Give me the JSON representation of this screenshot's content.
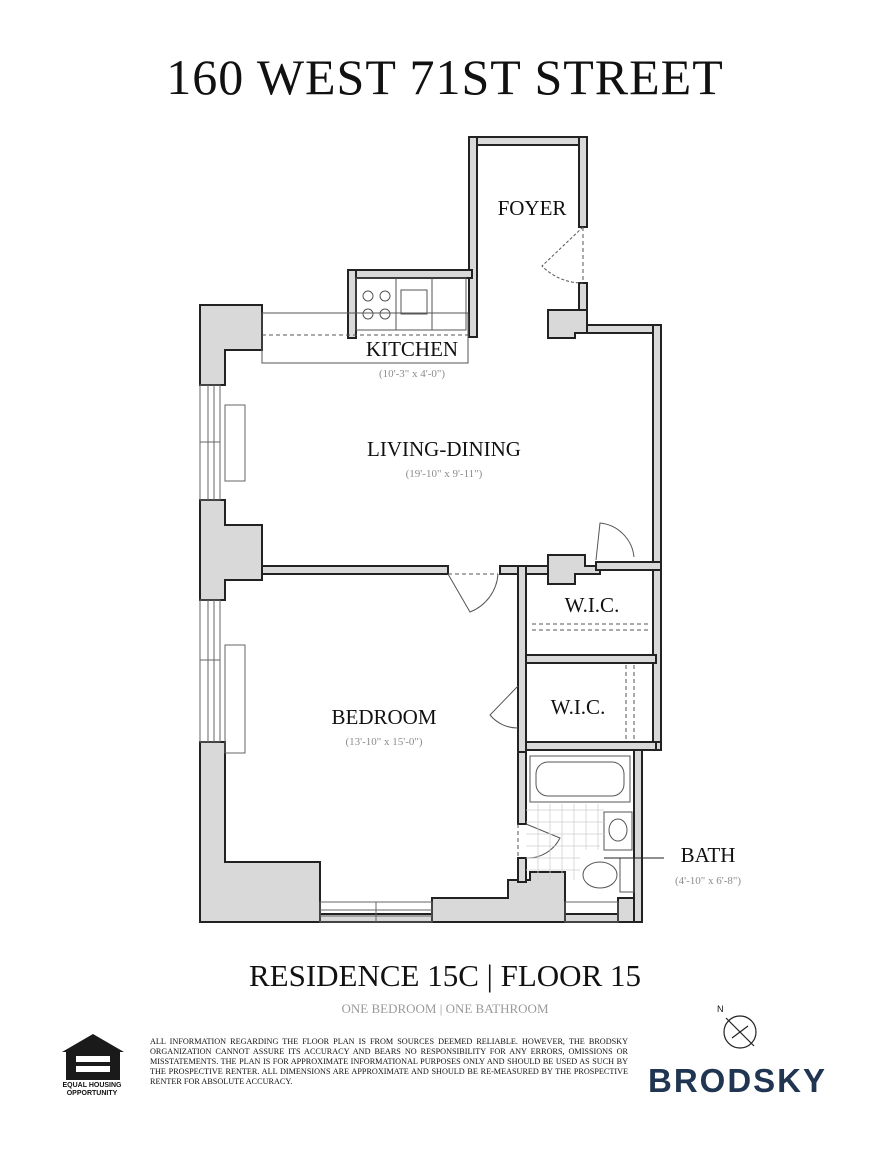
{
  "header": {
    "title": "160 WEST 71ST STREET"
  },
  "rooms": {
    "foyer": {
      "name": "FOYER"
    },
    "kitchen": {
      "name": "KITCHEN",
      "dims": "(10'-3\" x 4'-0\")"
    },
    "living": {
      "name": "LIVING-DINING",
      "dims": "(19'-10\" x 9'-11\")"
    },
    "wic1": {
      "name": "W.I.C."
    },
    "wic2": {
      "name": "W.I.C."
    },
    "bedroom": {
      "name": "BEDROOM",
      "dims": "(13'-10\" x 15'-0\")"
    },
    "bath": {
      "name": "BATH",
      "dims": "(4'-10\" x 6'-8\")"
    }
  },
  "footer": {
    "residence": "RESIDENCE 15C | FLOOR 15",
    "subtitle": "ONE BEDROOM | ONE BATHROOM",
    "disclaimer": "ALL INFORMATION REGARDING THE FLOOR PLAN IS FROM SOURCES DEEMED RELIABLE. HOWEVER, THE BRODSKY ORGANIZATION CANNOT ASSURE ITS ACCURACY AND BEARS NO RESPONSIBILITY FOR ANY ERRORS, OMISSIONS OR MISSTATEMENTS. THE PLAN IS FOR APPROXIMATE INFORMATIONAL PURPOSES ONLY AND SHOULD BE USED AS SUCH BY THE PROSPECTIVE RENTER. ALL DIMENSIONS ARE APPROXIMATE AND SHOULD BE RE-MEASURED BY THE PROSPECTIVE RENTER FOR ABSOLUTE ACCURACY.",
    "eho_caption": "EQUAL HOUSING OPPORTUNITY",
    "brand": "BRODSKY",
    "compass_label": "N"
  },
  "colors": {
    "wall_fill": "#d9d9d9",
    "wall_stroke": "#222222",
    "brand": "#1f3551",
    "dim_text": "#8c8c8c"
  },
  "icons": [
    "compass-icon",
    "equal-housing-icon"
  ]
}
